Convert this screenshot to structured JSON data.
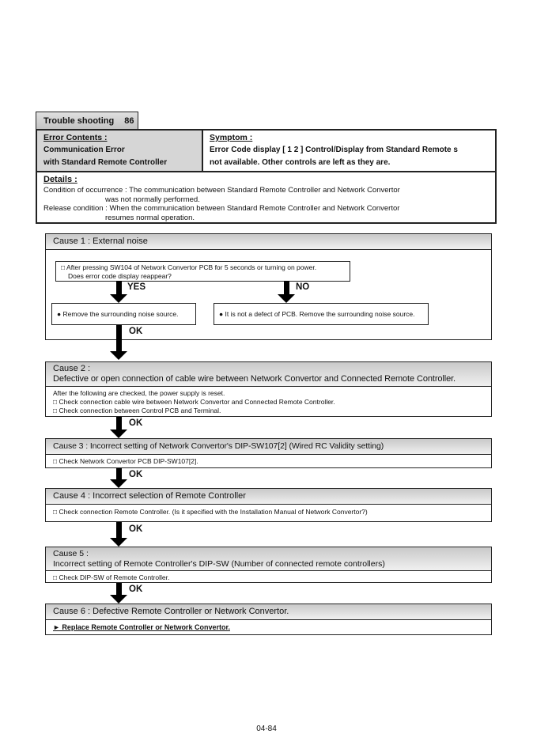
{
  "labels": {
    "yes": "YES",
    "no": "NO",
    "ok": "OK"
  },
  "tab": {
    "label": "Trouble shooting",
    "number": "86"
  },
  "error_table": {
    "left_heading": "Error Contents :",
    "left_line1": "Communication Error",
    "left_line2": "with Standard Remote Controller",
    "right_heading": "Symptom :",
    "right_line1": "Error Code display [ 1 2 ] Control/Display from Standard Remote s",
    "right_line2": "not available. Other controls are left as they are."
  },
  "details": {
    "heading": "Details :",
    "line1": "Condition of occurrence : The communication between Standard Remote Controller and Network Convertor",
    "line2": "was not normally performed.",
    "line3": "Release condition : When the communication between Standard Remote Controller and Network Convertor",
    "line4": "resumes normal operation."
  },
  "cause1": {
    "header": "Cause 1 : External noise",
    "question_line1": "□ After pressing SW104 of Network Convertor PCB for 5 seconds or turning on power.",
    "question_line2": "Does error code display reappear?",
    "yes_result": "● Remove the surrounding noise source.",
    "no_result": "● It is not a defect of PCB. Remove the surrounding noise source."
  },
  "cause2": {
    "header_line1": "Cause 2 :",
    "header_line2": "Defective or open connection of cable wire between Network Convertor and Connected Remote Controller.",
    "body_line1": "After the following are checked, the power supply is reset.",
    "body_line2": "□ Check connection  cable wire between Network Convertor and Connected Remote Controller.",
    "body_line3": "□ Check connection between Control PCB and Terminal."
  },
  "cause3": {
    "header": "Cause 3 : Incorrect setting of Network Convertor's DIP-SW107[2]  (Wired RC Validity setting)",
    "body": "□ Check Network Convertor PCB DIP-SW107[2]."
  },
  "cause4": {
    "header": "Cause 4 : Incorrect selection of Remote Controller",
    "body": "□ Check connection Remote Controller. (Is it specified with the Installation Manual of Network Convertor?)"
  },
  "cause5": {
    "header_line1": "Cause 5 :",
    "header_line2": "Incorrect setting of Remote Controller's DIP-SW (Number of connected remote controllers)",
    "body": "□ Check DIP-SW of Remote Controller."
  },
  "cause6": {
    "header": "Cause 6 : Defective Remote Controller or Network Convertor.",
    "body": "► Replace Remote Controller or Network Convertor."
  },
  "footer": {
    "page_number": "04-84"
  }
}
